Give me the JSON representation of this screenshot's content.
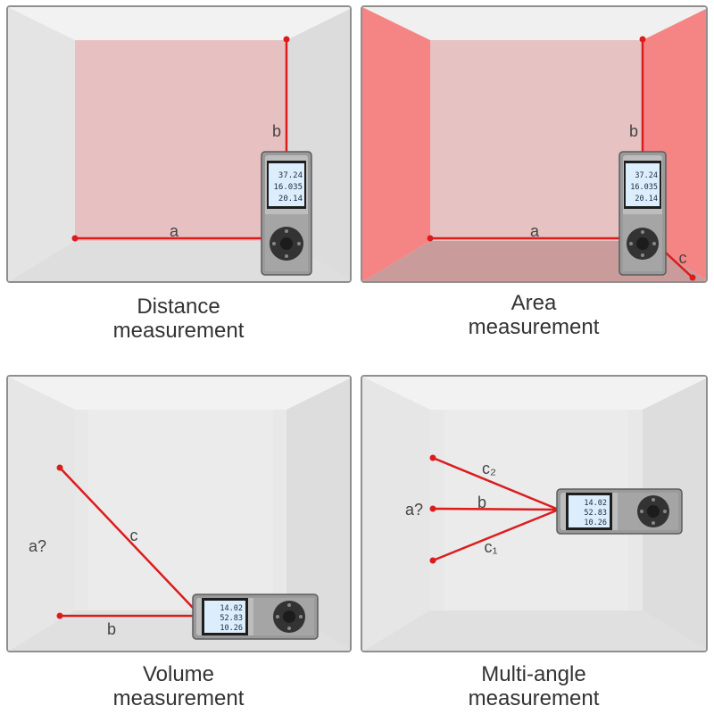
{
  "colors": {
    "wall": "#e3e3e3",
    "wall_side": "#ededed",
    "back_wall_pink": "#e8c2c2",
    "wall_red": "#f58585",
    "floor_red": "#c79a9a",
    "laser": "#dc1c1c",
    "device_body": "#9a9a9a",
    "device_screen": "#dceefc",
    "device_keypad": "#333333"
  },
  "panels": [
    {
      "id": "distance",
      "caption_line1": "Distance",
      "caption_line2": "measurement",
      "labels": {
        "a": "a",
        "b": "b"
      },
      "device": {
        "readings": [
          "37.24",
          "16.035",
          "20.14"
        ]
      }
    },
    {
      "id": "area",
      "caption_line1": "Area",
      "caption_line2": "measurement",
      "labels": {
        "a": "a",
        "b": "b",
        "c": "c"
      },
      "device": {
        "readings": [
          "37.24",
          "16.035",
          "20.14"
        ]
      }
    },
    {
      "id": "volume",
      "caption_line1": "Volume",
      "caption_line2": "measurement",
      "labels": {
        "a": "a?",
        "b": "b",
        "c": "c"
      },
      "device": {
        "readings": [
          "14.02",
          "52.83",
          "10.26"
        ]
      }
    },
    {
      "id": "multi-angle",
      "caption_line1": "Multi-angle",
      "caption_line2": "measurement",
      "labels": {
        "a": "a?",
        "b": "b",
        "c2": "c₂",
        "c1": "c₁"
      },
      "device": {
        "readings": [
          "14.02",
          "52.83",
          "10.26"
        ]
      }
    }
  ]
}
